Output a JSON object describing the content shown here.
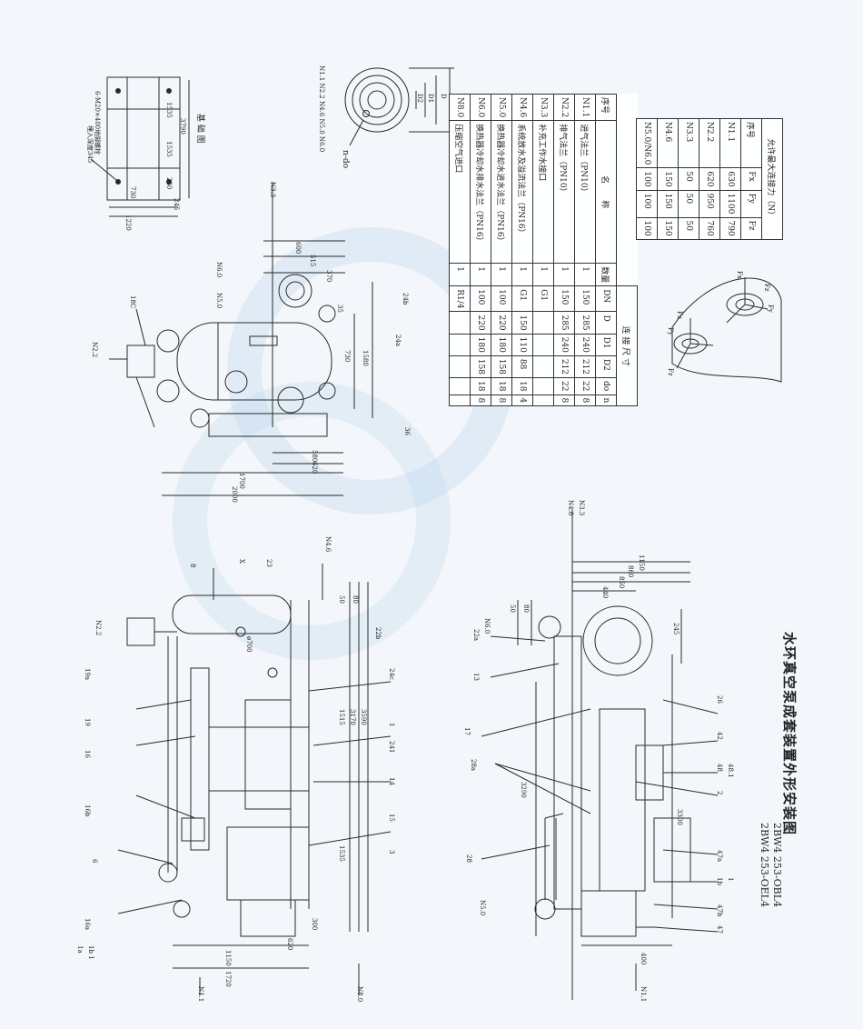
{
  "title": {
    "main": "水环真空泵成套装置外形安装图",
    "model_a": "2BW4 253-OBL4",
    "model_b": "2BW4 253-OEL4"
  },
  "foundation": {
    "heading": "基 础 图",
    "bolt_note": "6-M20×400地脚螺栓",
    "depth_note": "埋入深度345",
    "dims": [
      "1535",
      "3790",
      "1535",
      "260",
      "730",
      "245",
      "1220"
    ]
  },
  "flange_detail": {
    "labels": [
      "D",
      "D1",
      "D2",
      "n-do"
    ],
    "note": "N1.1 N2.2 N4.6 N5.0 N6.0"
  },
  "plan_view": {
    "nozzles": [
      "N3.3",
      "N6.0",
      "N5.0",
      "N2.2",
      "18C",
      "24b",
      "24a",
      "36"
    ],
    "dims": [
      "600",
      "515",
      "370",
      "35",
      "730",
      "1580",
      "580",
      "620",
      "1700",
      "2000"
    ]
  },
  "front_view": {
    "labels": [
      "N4.6",
      "N2.2",
      "8",
      "23",
      "X",
      "19a",
      "19",
      "16",
      "16b",
      "6",
      "16a",
      "1a",
      "1b 1",
      "22b",
      "24c",
      "1",
      "241",
      "14",
      "15",
      "3",
      "N1.1",
      "N8.0",
      "ø700"
    ],
    "dims": [
      "50",
      "80",
      "1515",
      "3170",
      "3590",
      "1535",
      "300",
      "620",
      "1150",
      "1720"
    ]
  },
  "side_view": {
    "labels": [
      "N4.6",
      "N3.3",
      "22a",
      "N6.0",
      "13",
      "17",
      "28a",
      "28",
      "N5.0",
      "26",
      "42",
      "48",
      "48.1",
      "2",
      "47a",
      "1b",
      "1",
      "47b",
      "47",
      "N1.1"
    ],
    "dims": [
      "1150",
      "860",
      "850",
      "440",
      "50",
      "80",
      "245",
      "3290",
      "3300",
      "400"
    ]
  },
  "connection_table": {
    "title": "连 接 尺 寸",
    "headers": [
      "序号",
      "名　　称",
      "数量",
      "DN",
      "D",
      "D1",
      "D2",
      "do",
      "n"
    ],
    "rows": [
      [
        "N1.1",
        "进气法兰（PN10）",
        "1",
        "150",
        "285",
        "240",
        "212",
        "22",
        "8"
      ],
      [
        "N2.2",
        "排气法兰（PN10）",
        "1",
        "150",
        "285",
        "240",
        "212",
        "22",
        "8"
      ],
      [
        "N3.3",
        "补充工作水接口",
        "1",
        "G1",
        "",
        "",
        "",
        "",
        ""
      ],
      [
        "N4.6",
        "系统放水及溢流法兰（PN16）",
        "1",
        "G1",
        "150",
        "110",
        "88",
        "18",
        "4"
      ],
      [
        "N5.0",
        "换热器冷却水进水法兰（PN16）",
        "1",
        "100",
        "220",
        "180",
        "158",
        "18",
        "8"
      ],
      [
        "N6.0",
        "换热器冷却水排水法兰（PN16）",
        "1",
        "100",
        "220",
        "180",
        "158",
        "18",
        "8"
      ],
      [
        "N8.0",
        "压缩空气进口",
        "1",
        "R1/4",
        "",
        "",
        "",
        "",
        ""
      ]
    ]
  },
  "force_table": {
    "title": "允许最大连接力（N）",
    "headers": [
      "序号",
      "Fx",
      "Fy",
      "Fz"
    ],
    "rows": [
      [
        "N1.1",
        "630",
        "1100",
        "790"
      ],
      [
        "N2.2",
        "620",
        "950",
        "760"
      ],
      [
        "N3.3",
        "50",
        "50",
        "50"
      ],
      [
        "N4.6",
        "150",
        "150",
        "150"
      ],
      [
        "N5.0/N6.0",
        "100",
        "100",
        "100"
      ]
    ],
    "axes": [
      "Fx",
      "Fy",
      "Fz"
    ]
  },
  "colors": {
    "line": "#2a2a2a",
    "watermark": "#bcd6ee",
    "bg": "#f3f6fa"
  }
}
